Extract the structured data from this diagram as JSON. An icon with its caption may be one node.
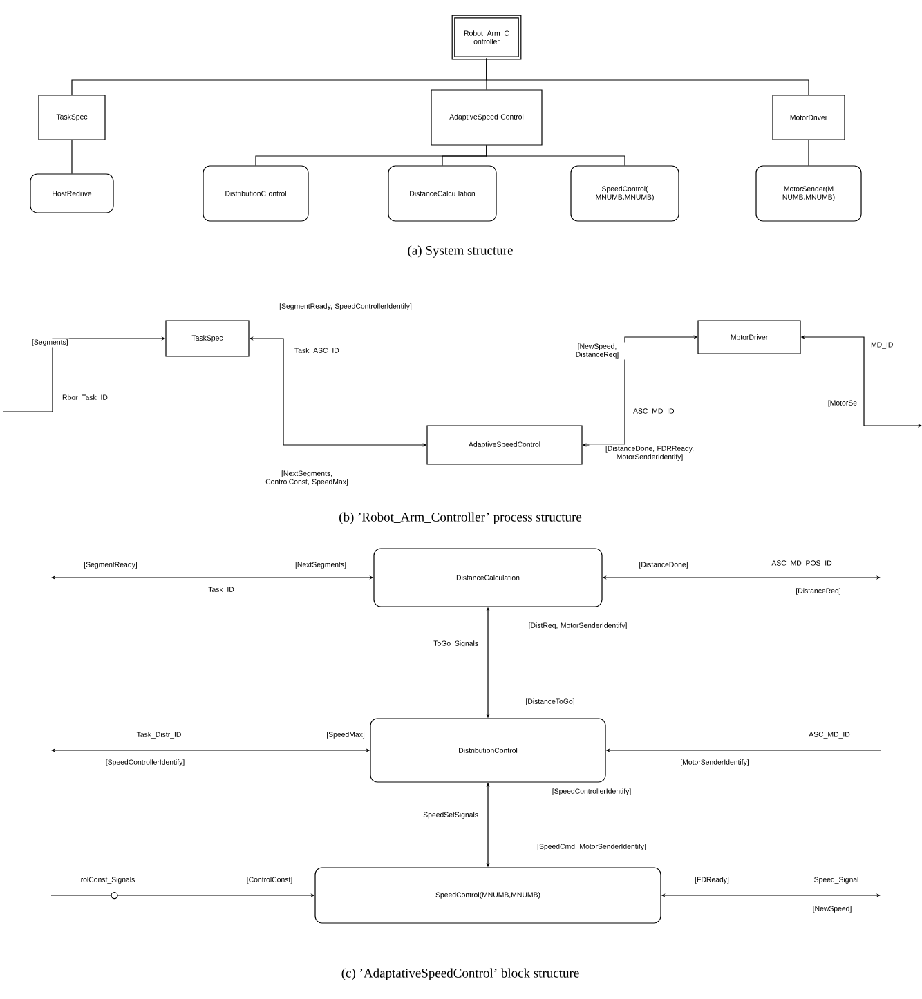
{
  "diagram": {
    "nodes": [
      {
        "text": [
          "Robot_Arm_C ontroller"
        ]
      },
      {
        "text": [
          "TaskSpec"
        ]
      },
      {
        "text": [
          "AdaptiveSpeed Control"
        ]
      },
      {
        "text": [
          "MotorDriver"
        ]
      },
      {
        "text": [
          "HostRedrive"
        ]
      },
      {
        "text": [
          "DistributionC ontrol"
        ]
      },
      {
        "text": [
          "DistanceCalcu lation"
        ]
      },
      {
        "text": [
          "SpeedControl( MNUMB,MNUMB)"
        ]
      },
      {
        "text": [
          "MotorSender(M NUMB,MNUMB)"
        ]
      },
      {
        "text": [
          "TaskSpec"
        ]
      },
      {
        "text": [
          "AdaptiveSpeedControl"
        ]
      },
      {
        "text": [
          "MotorDriver"
        ]
      },
      {
        "text": [
          "DistanceCalculation"
        ]
      },
      {
        "text": [
          "DistributionControl"
        ]
      },
      {
        "text": [
          "SpeedControl(MNUMB,MNUMB)"
        ]
      }
    ],
    "edges": [
      {
        "from": 0,
        "to": 1,
        "arrow": "none"
      },
      {
        "from": 0,
        "to": 2,
        "arrow": "none"
      },
      {
        "from": 0,
        "to": 3,
        "arrow": "none"
      },
      {
        "from": 1,
        "to": 4,
        "arrow": "none"
      },
      {
        "from": 2,
        "to": 5,
        "arrow": "none"
      },
      {
        "from": 2,
        "to": 6,
        "arrow": "none"
      },
      {
        "from": 2,
        "to": 7,
        "arrow": "none"
      },
      {
        "from": 3,
        "to": 8,
        "arrow": "none"
      },
      {
        "from": null,
        "to": 9,
        "arrow": "to",
        "label": "Rbor_Task_ID"
      },
      {
        "from": 9,
        "to": 10,
        "arrow": "both",
        "label": "Task_ASC_ID"
      },
      {
        "from": 10,
        "to": 11,
        "arrow": "both",
        "label": "ASC_MD_ID"
      },
      {
        "from": 11,
        "to": null,
        "arrow": "both",
        "label": "MD_ID"
      },
      {
        "from": null,
        "to": 12,
        "arrow": "both",
        "label": "Task_ID"
      },
      {
        "from": 12,
        "to": null,
        "arrow": "both",
        "label": "ASC_MD_POS_ID"
      },
      {
        "from": 13,
        "to": 12,
        "arrow": "both",
        "label": "ToGo_Signals"
      },
      {
        "from": null,
        "to": 13,
        "arrow": "both",
        "label": "Task_Distr_ID"
      },
      {
        "from": null,
        "to": 13,
        "arrow": "to",
        "label": "ASC_MD_ID"
      },
      {
        "from": 13,
        "to": 14,
        "arrow": "both",
        "label": "SpeedSetSignals"
      },
      {
        "from": null,
        "to": 14,
        "arrow": "to",
        "label": "rolConst_Signals"
      },
      {
        "from": 14,
        "to": null,
        "arrow": "both",
        "label": "Speed_Signal"
      }
    ],
    "labels": [
      "(a) System structure",
      "[SegmentReady, SpeedControllerIdentify]",
      "[Segments]",
      "[NewSpeed, DistanceReq]",
      "[MotorSe",
      "[NextSegments, ControlConst, SpeedMax]",
      "[DistanceDone, FDRReady, MotorSenderIdentify]",
      "(b) ’Robot_Arm_Controller’ process structure",
      "[SegmentReady]",
      "[NextSegments]",
      "[DistanceDone]",
      "[DistanceReq]",
      "[DistReq, MotorSenderIdentify]",
      "[DistanceToGo]",
      "[SpeedMax]",
      "[SpeedControllerIdentify]",
      "[MotorSenderIdentify]",
      "[SpeedControllerIdentify]",
      "[SpeedCmd, MotorSenderIdentify]",
      "[ControlConst]",
      "[FDReady]",
      "[NewSpeed]",
      "(c) ’AdaptativeSpeedControl’ block structure"
    ]
  }
}
